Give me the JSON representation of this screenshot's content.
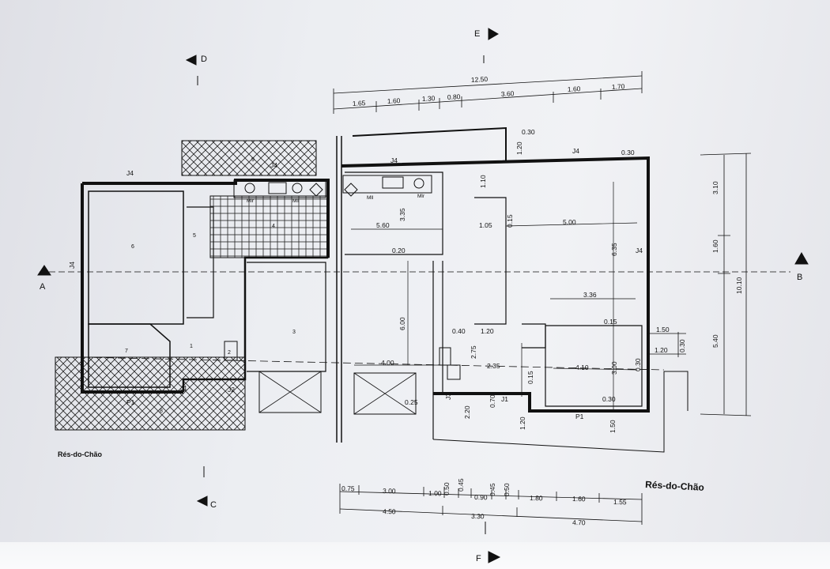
{
  "drawing": {
    "title_left": "Rés-do-Chão",
    "title_right": "Rés-do-Chão",
    "section_markers": [
      "A",
      "B",
      "C",
      "D",
      "E",
      "F"
    ],
    "top_dimensions": {
      "overall": "12.50",
      "segments": [
        "1.65",
        "1.60",
        "1.30",
        "0.80",
        "3.60",
        "1.60",
        "1.70"
      ]
    },
    "bottom_dimensions": {
      "row1": [
        "0.75",
        "3.00",
        "1.00",
        "0.50",
        "0.45",
        "0.90",
        "0.45",
        "0.50",
        "1.80",
        "1.60",
        "1.55"
      ],
      "row2": [
        "4.50",
        "3.30",
        "4.70"
      ]
    },
    "right_dimensions": {
      "inner": [
        "3.10",
        "1.60",
        "5.40"
      ],
      "overall": "10.10",
      "offsets": [
        "1.50",
        "1.20",
        "0.30"
      ]
    },
    "interior_dimensions": [
      "0.30",
      "1.20",
      "0.30",
      "1.10",
      "3.35",
      "5.60",
      "1.05",
      "0.15",
      "5.00",
      "6.35",
      "0.20",
      "3.36",
      "0.15",
      "6.00",
      "0.40",
      "1.20",
      "2.75",
      "4.00",
      "2.35",
      "4.10",
      "3.00",
      "0.30",
      "0.15",
      "0.25",
      "0.70",
      "0.30",
      "2.20",
      "1.20",
      "1.50"
    ],
    "openings": [
      "J4",
      "J4",
      "J4",
      "J4",
      "J4",
      "J4",
      "J1",
      "J2",
      "J1",
      "J3",
      "P1",
      "P1"
    ],
    "room_numbers": [
      "1",
      "2",
      "3",
      "4",
      "5",
      "6",
      "7",
      "8",
      "9"
    ],
    "fixtures": [
      "Mlr",
      "Mll",
      "Mll",
      "Mlr"
    ]
  }
}
